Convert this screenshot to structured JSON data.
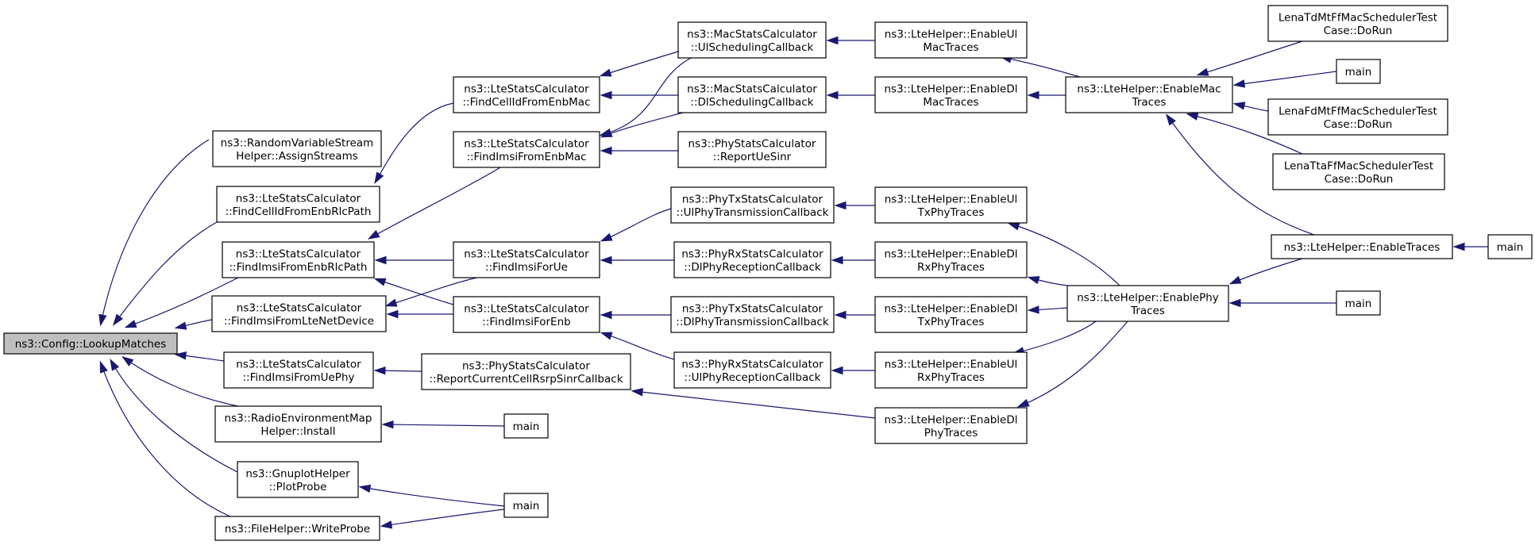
{
  "graph": {
    "nodes": [
      {
        "id": "root",
        "lines": [
          "ns3::Config::LookupMatches"
        ],
        "root": true
      },
      {
        "id": "rvsh",
        "lines": [
          "ns3::RandomVariableStream",
          "Helper::AssignStreams"
        ]
      },
      {
        "id": "lsc_fcell_rlc",
        "lines": [
          "ns3::LteStatsCalculator",
          "::FindCellIdFromEnbRlcPath"
        ]
      },
      {
        "id": "lsc_fimsi_rlc",
        "lines": [
          "ns3::LteStatsCalculator",
          "::FindImsiFromEnbRlcPath"
        ]
      },
      {
        "id": "lsc_fimsi_lnd",
        "lines": [
          "ns3::LteStatsCalculator",
          "::FindImsiFromLteNetDevice"
        ]
      },
      {
        "id": "lsc_fimsi_uephy",
        "lines": [
          "ns3::LteStatsCalculator",
          "::FindImsiFromUePhy"
        ]
      },
      {
        "id": "remh",
        "lines": [
          "ns3::RadioEnvironmentMap",
          "Helper::Install"
        ]
      },
      {
        "id": "gnuplot",
        "lines": [
          "ns3::GnuplotHelper",
          "::PlotProbe"
        ]
      },
      {
        "id": "filehelper",
        "lines": [
          "ns3::FileHelper::WriteProbe"
        ]
      },
      {
        "id": "lsc_fcell_mac",
        "lines": [
          "ns3::LteStatsCalculator",
          "::FindCellIdFromEnbMac"
        ]
      },
      {
        "id": "lsc_fimsi_mac",
        "lines": [
          "ns3::LteStatsCalculator",
          "::FindImsiFromEnbMac"
        ]
      },
      {
        "id": "lsc_fimsi_ue",
        "lines": [
          "ns3::LteStatsCalculator",
          "::FindImsiForUe"
        ]
      },
      {
        "id": "lsc_fimsi_enb",
        "lines": [
          "ns3::LteStatsCalculator",
          "::FindImsiForEnb"
        ]
      },
      {
        "id": "psc_rcc",
        "lines": [
          "ns3::PhyStatsCalculator",
          "::ReportCurrentCellRsrpSinrCallback"
        ]
      },
      {
        "id": "main_rem",
        "lines": [
          "main"
        ]
      },
      {
        "id": "main_gnu",
        "lines": [
          "main"
        ]
      },
      {
        "id": "msc_ul",
        "lines": [
          "ns3::MacStatsCalculator",
          "::UlSchedulingCallback"
        ]
      },
      {
        "id": "msc_dl",
        "lines": [
          "ns3::MacStatsCalculator",
          "::DlSchedulingCallback"
        ]
      },
      {
        "id": "psc_sinr",
        "lines": [
          "ns3::PhyStatsCalculator",
          "::ReportUeSinr"
        ]
      },
      {
        "id": "ptx_ul",
        "lines": [
          "ns3::PhyTxStatsCalculator",
          "::UlPhyTransmissionCallback"
        ]
      },
      {
        "id": "prx_dl",
        "lines": [
          "ns3::PhyRxStatsCalculator",
          "::DlPhyReceptionCallback"
        ]
      },
      {
        "id": "ptx_dl",
        "lines": [
          "ns3::PhyTxStatsCalculator",
          "::DlPhyTransmissionCallback"
        ]
      },
      {
        "id": "prx_ul",
        "lines": [
          "ns3::PhyRxStatsCalculator",
          "::UlPhyReceptionCallback"
        ]
      },
      {
        "id": "lh_ulmac",
        "lines": [
          "ns3::LteHelper::EnableUl",
          "MacTraces"
        ]
      },
      {
        "id": "lh_dlmac",
        "lines": [
          "ns3::LteHelper::EnableDl",
          "MacTraces"
        ]
      },
      {
        "id": "lh_ultx",
        "lines": [
          "ns3::LteHelper::EnableUl",
          "TxPhyTraces"
        ]
      },
      {
        "id": "lh_dlrx",
        "lines": [
          "ns3::LteHelper::EnableDl",
          "RxPhyTraces"
        ]
      },
      {
        "id": "lh_dltx",
        "lines": [
          "ns3::LteHelper::EnableDl",
          "TxPhyTraces"
        ]
      },
      {
        "id": "lh_ulrx",
        "lines": [
          "ns3::LteHelper::EnableUl",
          "RxPhyTraces"
        ]
      },
      {
        "id": "lh_dlphy",
        "lines": [
          "ns3::LteHelper::EnableDl",
          "PhyTraces"
        ]
      },
      {
        "id": "lh_mac",
        "lines": [
          "ns3::LteHelper::EnableMac",
          "Traces"
        ]
      },
      {
        "id": "lh_phy",
        "lines": [
          "ns3::LteHelper::EnablePhy",
          "Traces"
        ]
      },
      {
        "id": "lh_traces",
        "lines": [
          "ns3::LteHelper::EnableTraces"
        ]
      },
      {
        "id": "lena_tdmt",
        "lines": [
          "LenaTdMtFfMacSchedulerTest",
          "Case::DoRun"
        ]
      },
      {
        "id": "main_mac",
        "lines": [
          "main"
        ]
      },
      {
        "id": "lena_fdmt",
        "lines": [
          "LenaFdMtFfMacSchedulerTest",
          "Case::DoRun"
        ]
      },
      {
        "id": "lena_tta",
        "lines": [
          "LenaTtaFfMacSchedulerTest",
          "Case::DoRun"
        ]
      },
      {
        "id": "main_phy",
        "lines": [
          "main"
        ]
      },
      {
        "id": "main_traces",
        "lines": [
          "main"
        ]
      }
    ]
  }
}
